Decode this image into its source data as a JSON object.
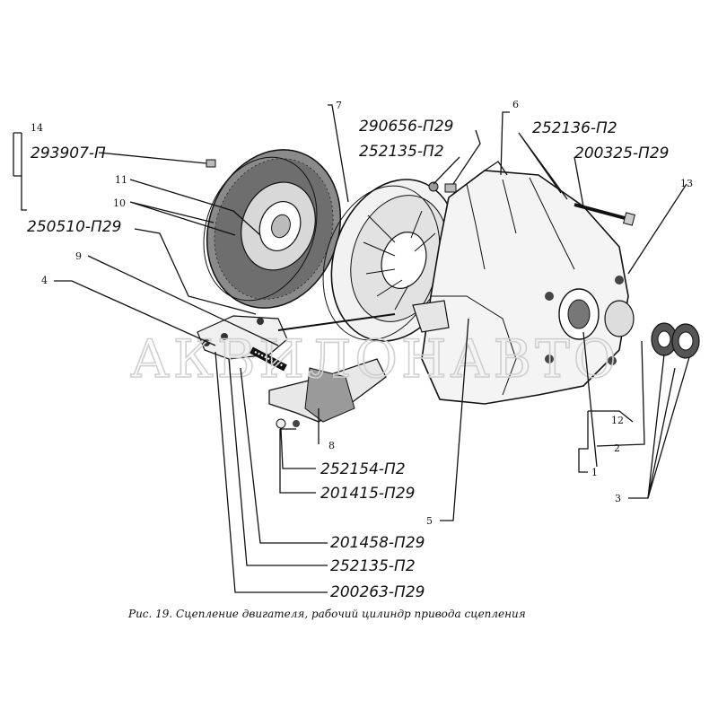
{
  "watermark": "АКВИЛОНАВТО",
  "caption": "Рис. 19. Сцепление двигателя, рабочий цилиндр привода сцепления",
  "part_numbers": {
    "p293907": "293907-П",
    "p250510": "250510-П29",
    "p290656": "290656-П29",
    "p252135_top": "252135-П2",
    "p252136": "252136-П2",
    "p200325": "200325-П29",
    "p252154": "252154-П2",
    "p201415": "201415-П29",
    "p201458": "201458-П29",
    "p252135_bottom": "252135-П2",
    "p200263": "200263-П29"
  },
  "callouts": {
    "c1": "1",
    "c2": "2",
    "c3": "3",
    "c4": "4",
    "c5": "5",
    "c6": "6",
    "c7": "7",
    "c8": "8",
    "c9": "9",
    "c10": "10",
    "c11": "11",
    "c12": "12",
    "c13": "13",
    "c14": "14"
  }
}
